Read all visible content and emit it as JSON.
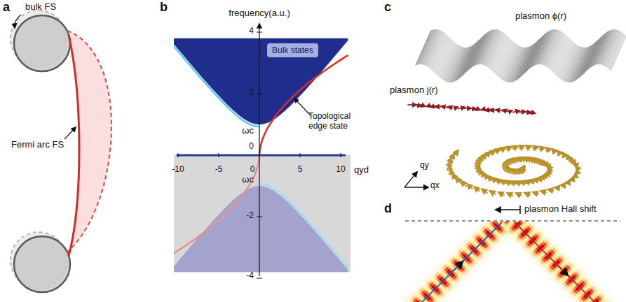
{
  "diagram": {
    "nodes": [
      {
        "text": [
          "Bulk states"
        ]
      }
    ],
    "labels": [
      "a",
      "bulk FS",
      "Fermi arc FS",
      "b",
      "frequency(a.u.)",
      "4",
      "2",
      "0",
      "-2",
      "-4",
      "ωc",
      "ωc",
      "-10",
      "-5",
      "0",
      "5",
      "10",
      "qyd",
      "Topological edge state",
      "c",
      "plasmon ϕ(r)",
      "plasmon j(r)",
      "qy",
      "qx",
      "d",
      "plasmon Hall shift"
    ]
  }
}
